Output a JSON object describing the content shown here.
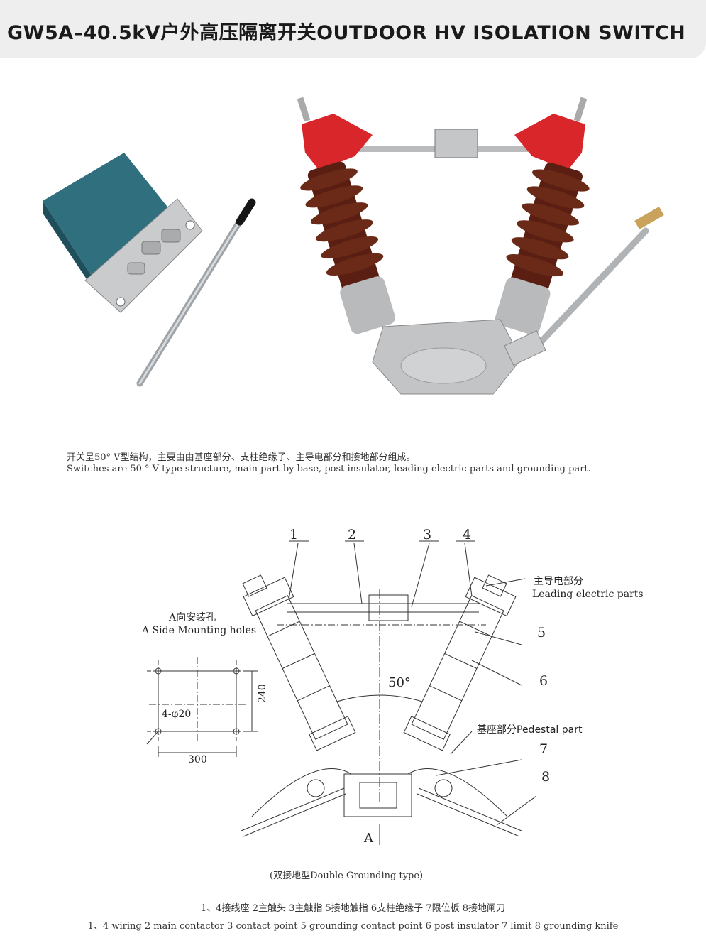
{
  "title": "GW5A–40.5kV户外高压隔离开关OUTDOOR HV ISOLATION SWITCH",
  "caption": {
    "cn": "开关呈50° V型结构，主要由由基座部分、支柱绝缘子、主导电部分和接地部分组成。",
    "en": "Switches are 50 °   V type structure, main part by base, post insulator, leading electric parts and grounding part."
  },
  "drawing": {
    "numbers": [
      "1",
      "2",
      "3",
      "4",
      "5",
      "6",
      "7",
      "8"
    ],
    "leading_cn": "主导电部分",
    "leading_en": "Leading electric parts",
    "mounting_cn": "A向安装孔",
    "mounting_en": "A Side Mounting holes",
    "hole_label": "4-φ20",
    "dim_width": "300",
    "dim_height": "240",
    "angle": "50°",
    "pedestal": "基座部分Pedestal part",
    "view_a": "A"
  },
  "type_label": "(双接地型Double Grounding type)",
  "legend": {
    "cn": "1、4接线座 2主触头 3主触指 5接地触指 6支柱绝缘子 7限位板 8接地闸刀",
    "en": "1、4 wiring 2 main contactor 3 contact point 5 grounding contact point 6 post insulator 7 limit 8 grounding knife"
  },
  "colors": {
    "title_bg": "#eeeeee",
    "insulator_brown": "#5a1f12",
    "cap_red": "#d8262b",
    "metal_grey": "#b8babc",
    "mechanism_blue": "#2f6f7e"
  }
}
